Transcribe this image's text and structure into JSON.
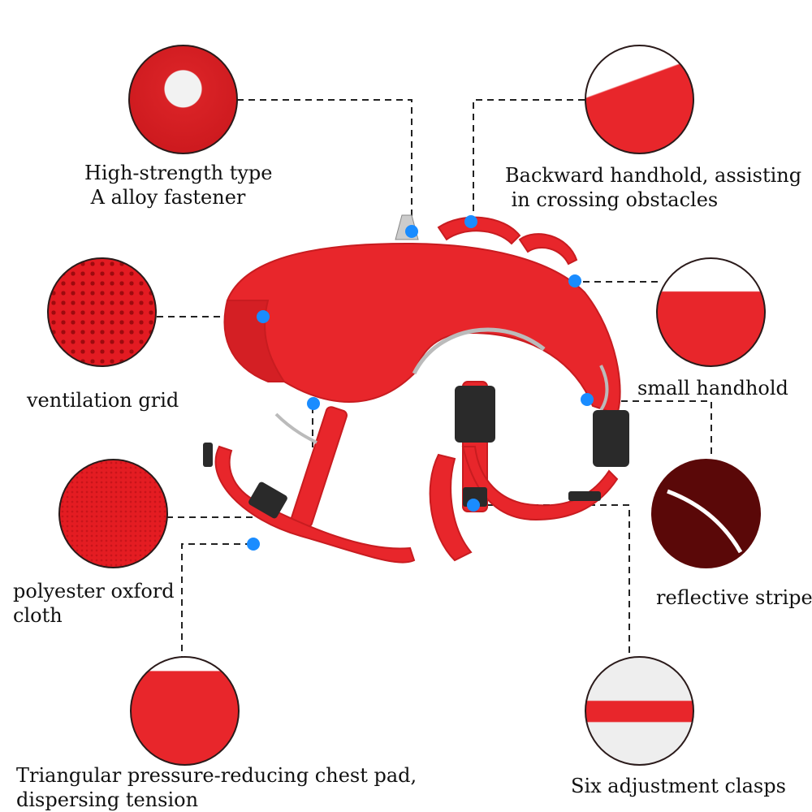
{
  "colors": {
    "harness_red": "#e8262b",
    "dot_blue": "#1a8cff",
    "line": "#222222",
    "reflective_bg": "#5a0808"
  },
  "features": [
    {
      "id": "fastener",
      "label": "High-strength type\n A alloy fastener"
    },
    {
      "id": "backward-handhold",
      "label": "Backward handhold, assisting\n in crossing obstacles"
    },
    {
      "id": "ventilation",
      "label": "ventilation grid"
    },
    {
      "id": "small-handhold",
      "label": "small handhold"
    },
    {
      "id": "oxford",
      "label": "polyester oxford\ncloth"
    },
    {
      "id": "reflective",
      "label": "reflective stripe"
    },
    {
      "id": "chest-pad",
      "label": "Triangular pressure-reducing chest pad,\ndispersing tension"
    },
    {
      "id": "clasps",
      "label": "Six adjustment clasps"
    }
  ]
}
